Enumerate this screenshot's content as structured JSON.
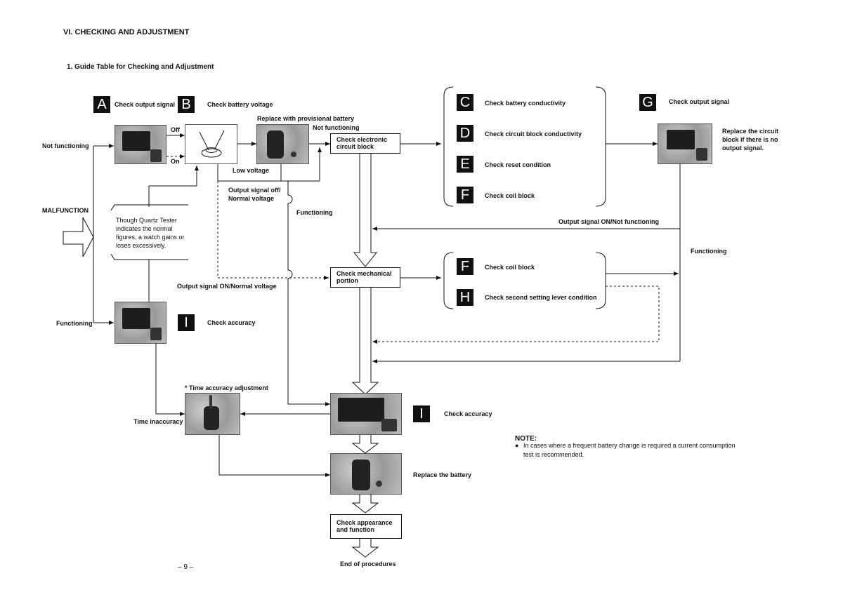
{
  "headings": {
    "section": "VI.  CHECKING AND ADJUSTMENT",
    "subsection": "1.  Guide Table for Checking and Adjustment"
  },
  "left_labels": {
    "malfunction": "MALFUNCTION",
    "not_functioning": "Not functioning",
    "functioning": "Functioning",
    "time_inaccuracy": "Time inaccuracy"
  },
  "note_box_left": {
    "line1": "Though  Quartz  Tester",
    "line2": "indicates   the   normal",
    "line3": "figures, a watch gains or",
    "line4": "loses excessively."
  },
  "checks": {
    "A": {
      "letter": "A",
      "label": "Check output signal"
    },
    "B": {
      "letter": "B",
      "label": "Check battery voltage"
    },
    "C": {
      "letter": "C",
      "label": "Check battery conductivity"
    },
    "D": {
      "letter": "D",
      "label": "Check circuit block conductivity"
    },
    "E": {
      "letter": "E",
      "label": "Check reset condition"
    },
    "F1": {
      "letter": "F",
      "label": "Check coil block"
    },
    "G": {
      "letter": "G",
      "label": "Check output signal"
    },
    "F2": {
      "letter": "F",
      "label": "Check coil block"
    },
    "H": {
      "letter": "H",
      "label": "Check second setting lever condition"
    },
    "I1": {
      "letter": "I",
      "label": "Check accuracy"
    },
    "I2": {
      "letter": "I",
      "label": "Check accuracy"
    }
  },
  "flow_labels": {
    "off": "Off",
    "on": "On",
    "replace_provisional": "Replace with provisional battery",
    "not_functioning_top": "Not functioning",
    "low_voltage": "Low voltage",
    "output_off_normal_1": "Output signal off/",
    "output_off_normal_2": "Normal voltage",
    "functioning_mid": "Functioning",
    "output_on_normal": "Output signal ON/Normal voltage",
    "output_on_not_functioning": "Output signal ON/Not functioning",
    "functioning_right": "Functioning",
    "replace_circuit_1": "Replace the circuit",
    "replace_circuit_2": "block if there is no",
    "replace_circuit_3": "output signal.",
    "time_adj": "* Time accuracy adjustment",
    "replace_battery": "Replace the battery",
    "end": "End of procedures"
  },
  "boxes": {
    "electronic_1": "Check electronic",
    "electronic_2": "circuit block",
    "mechanical_1": "Check mechanical",
    "mechanical_2": "portion",
    "appearance_1": "Check appearance",
    "appearance_2": "and function"
  },
  "note": {
    "title": "NOTE:",
    "bullet": "●",
    "line1": "In cases where a frequent battery change is required a current consumption",
    "line2": "test is recommended."
  },
  "page_number": "– 9 –"
}
